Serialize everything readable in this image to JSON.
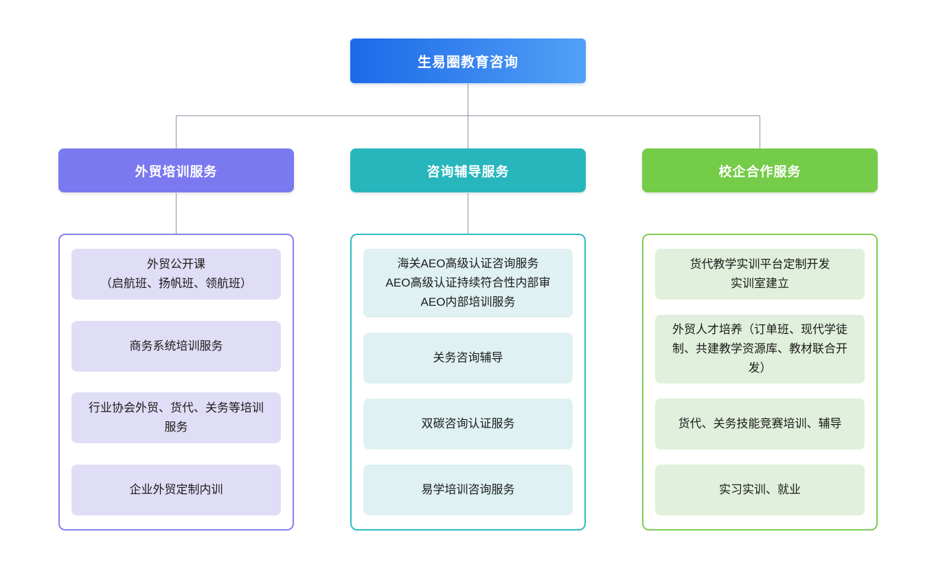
{
  "colors": {
    "background": "#ffffff",
    "connector": "#8a93a2",
    "item_text": "#1b1b1b"
  },
  "root": {
    "label": "生易圈教育咨询",
    "gradient_start": "#1c69e8",
    "gradient_end": "#52a0f6",
    "text_color": "#ffffff"
  },
  "branches": [
    {
      "id": "foreign-trade-training",
      "label": "外贸培训服务",
      "header_color": "#7b79f0",
      "border_color": "#8280f0",
      "item_bg": "#e0def6",
      "items": [
        [
          "外贸公开课",
          "（启航班、扬帆班、领航班）"
        ],
        "商务系统培训服务",
        "行业协会外贸、货代、关务等培训服务",
        "企业外贸定制内训"
      ]
    },
    {
      "id": "consulting-coaching",
      "label": "咨询辅导服务",
      "header_color": "#28b6bd",
      "border_color": "#2cbcc2",
      "item_bg": "#dff1f2",
      "items": [
        [
          "海关AEO高级认证咨询服务",
          "AEO高级认证持续符合性内部审",
          "AEO内部培训服务"
        ],
        "关务咨询辅导",
        "双碳咨询认证服务",
        "易学培训咨询服务"
      ]
    },
    {
      "id": "school-enterprise-cooperation",
      "label": "校企合作服务",
      "header_color": "#74cc48",
      "border_color": "#7bce52",
      "item_bg": "#e1f0dc",
      "items": [
        [
          "货代教学实训平台定制开发",
          "实训室建立"
        ],
        "外贸人才培养（订单班、现代学徒制、共建教学资源库、教材联合开发）",
        "货代、关务技能竞赛培训、辅导",
        "实习实训、就业"
      ]
    }
  ]
}
